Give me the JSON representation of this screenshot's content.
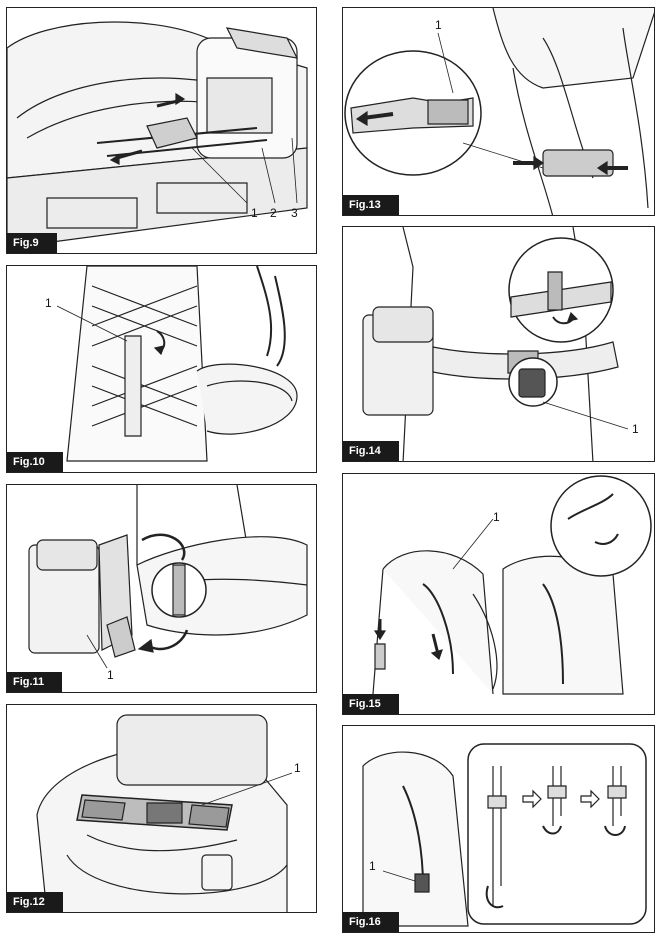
{
  "figures": {
    "fig9": {
      "label": "Fig.9",
      "callouts": [
        "1",
        "2",
        "3"
      ]
    },
    "fig10": {
      "label": "Fig.10",
      "callouts": [
        "1"
      ]
    },
    "fig11": {
      "label": "Fig.11",
      "callouts": [
        "1"
      ]
    },
    "fig12": {
      "label": "Fig.12",
      "callouts": [
        "1"
      ]
    },
    "fig13": {
      "label": "Fig.13",
      "callouts": [
        "1"
      ]
    },
    "fig14": {
      "label": "Fig.14",
      "callouts": [
        "1"
      ]
    },
    "fig15": {
      "label": "Fig.15",
      "callouts": [
        "1"
      ]
    },
    "fig16": {
      "label": "Fig.16",
      "callouts": [
        "1"
      ]
    }
  }
}
